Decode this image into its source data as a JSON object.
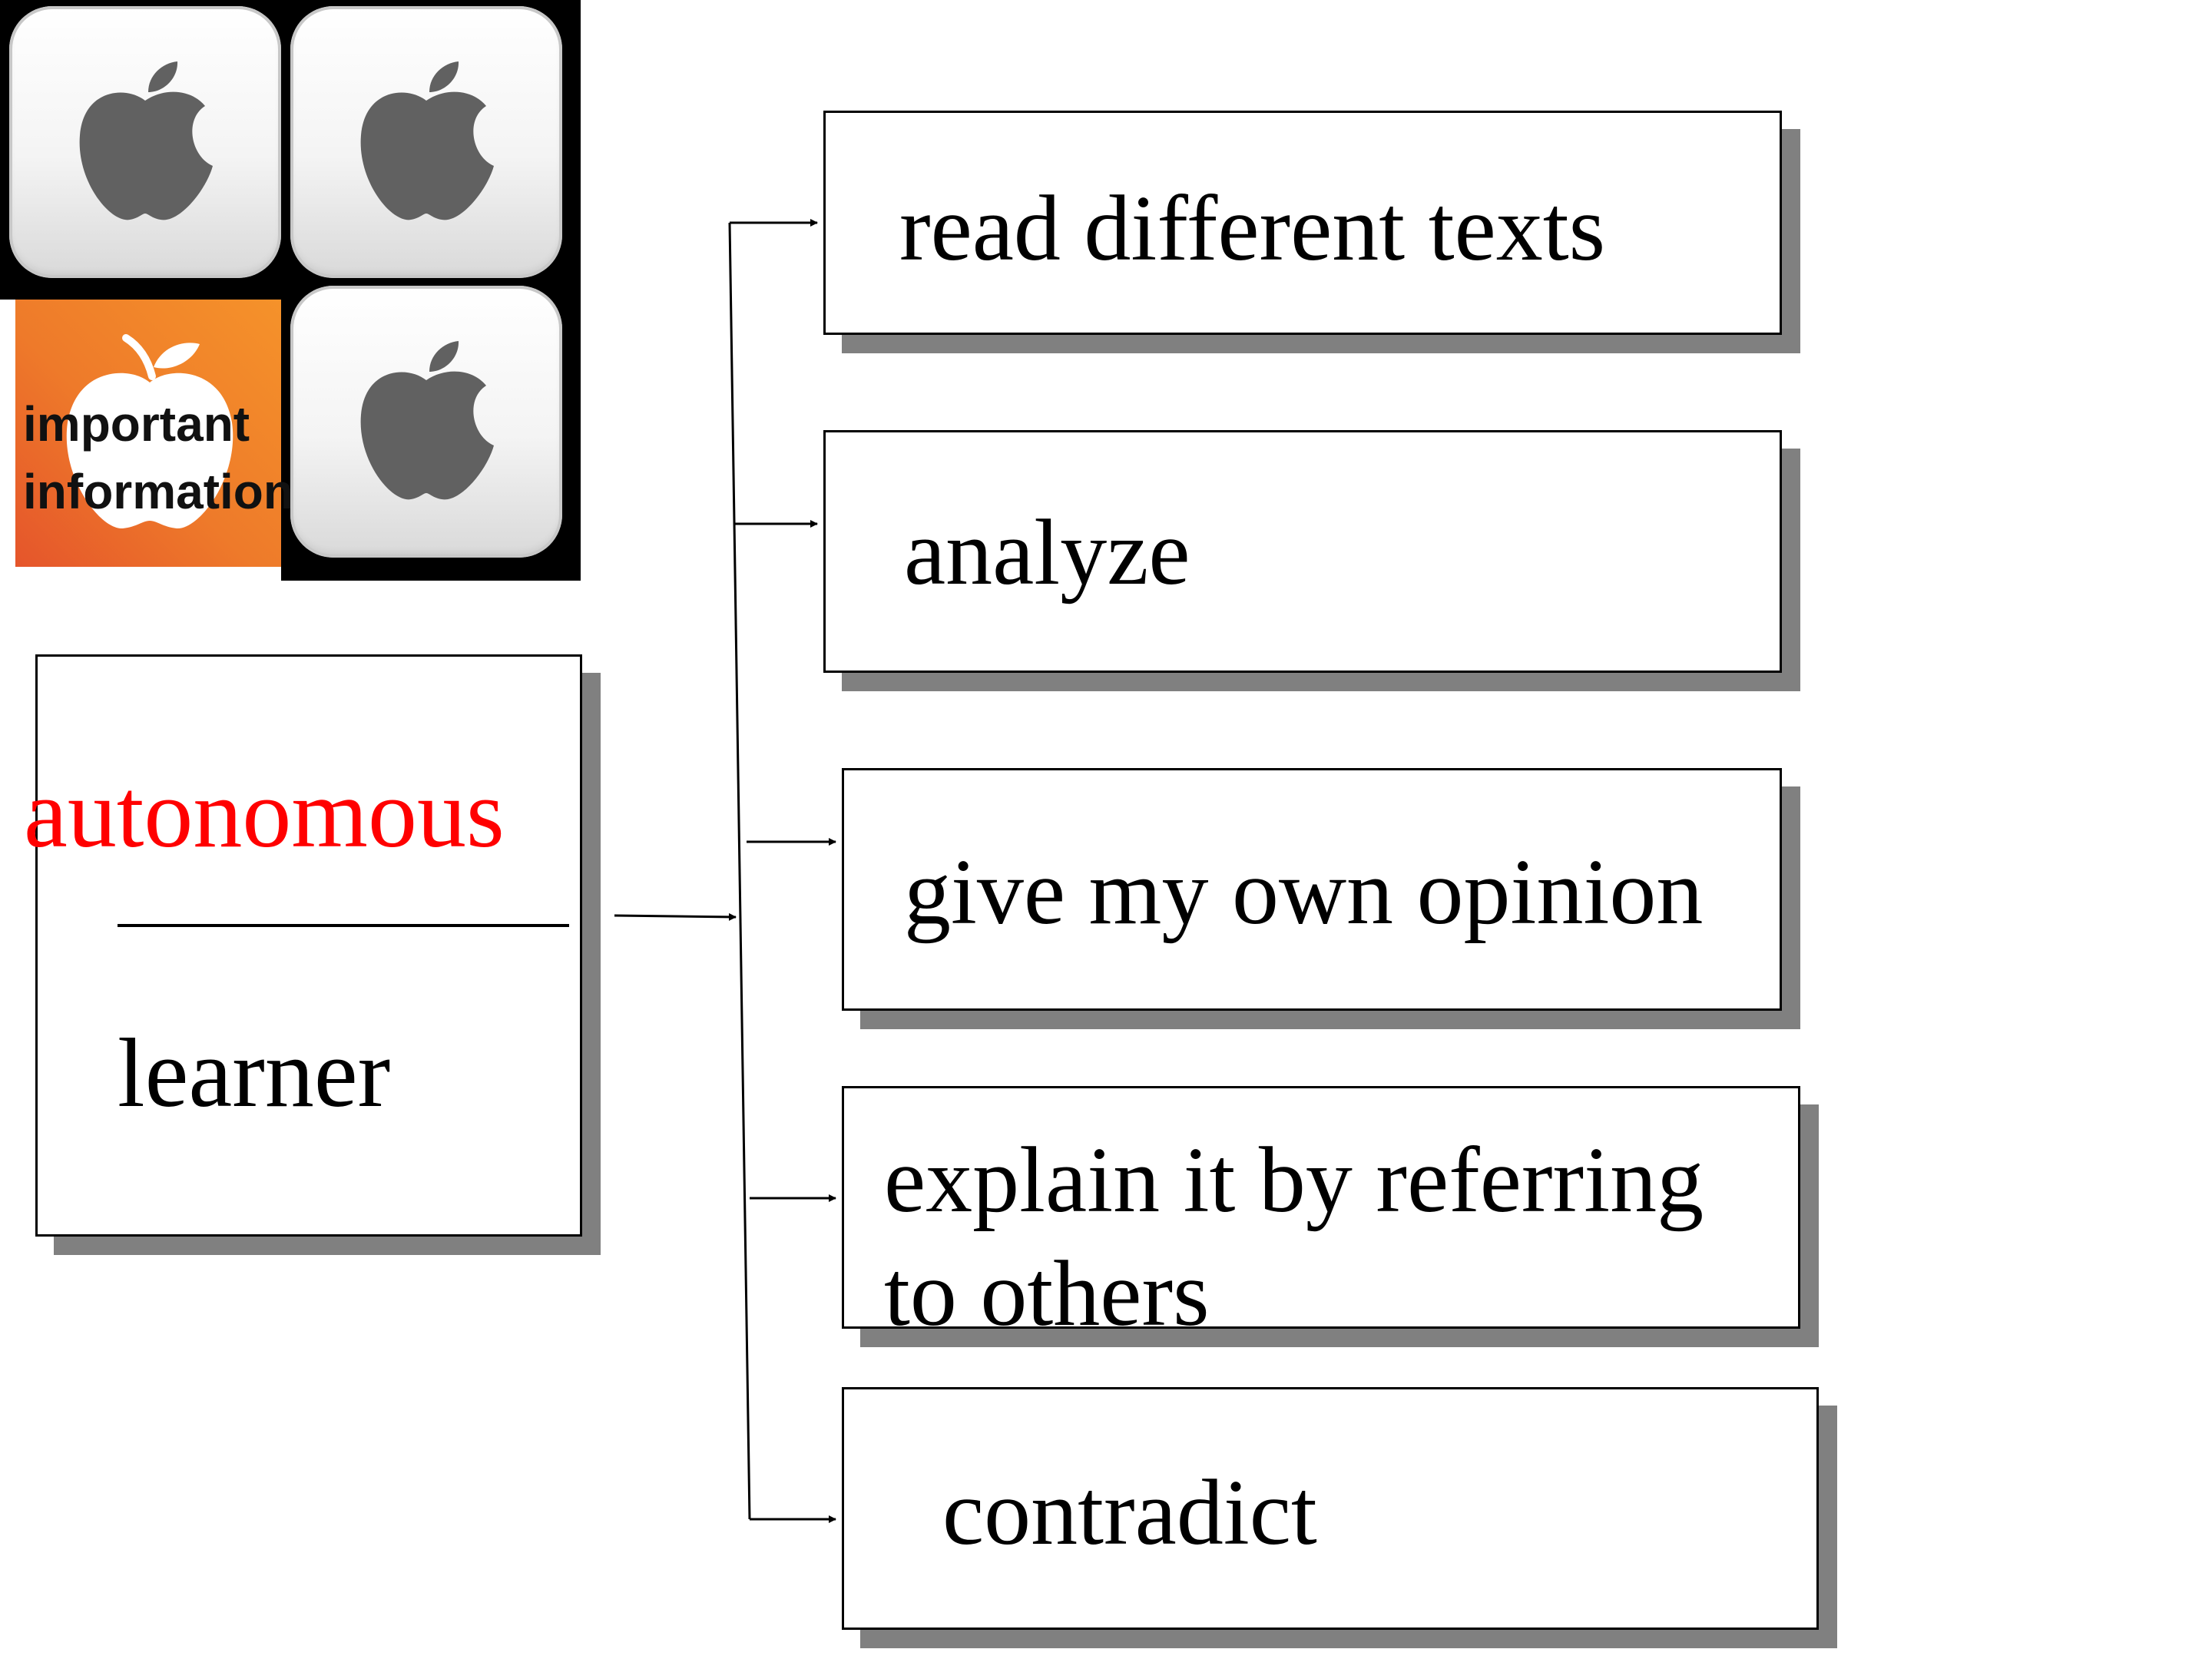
{
  "icons": {
    "tile_icon": "apple-icon",
    "info_tile": {
      "icon": "apple-outline-icon",
      "line1": "important",
      "line2": "information"
    }
  },
  "main_box": {
    "word_filled": "autonomous",
    "word_fixed": "learner",
    "filled_color": "#ff0000"
  },
  "steps": [
    {
      "label": "read different texts"
    },
    {
      "label": "analyze"
    },
    {
      "label": "give my own opinion"
    },
    {
      "label": "explain it by referring to others"
    },
    {
      "label": "contradict"
    }
  ],
  "colors": {
    "shadow": "#808080",
    "info_tile_orange": "#f08a2a",
    "apple_gray": "#606060"
  }
}
